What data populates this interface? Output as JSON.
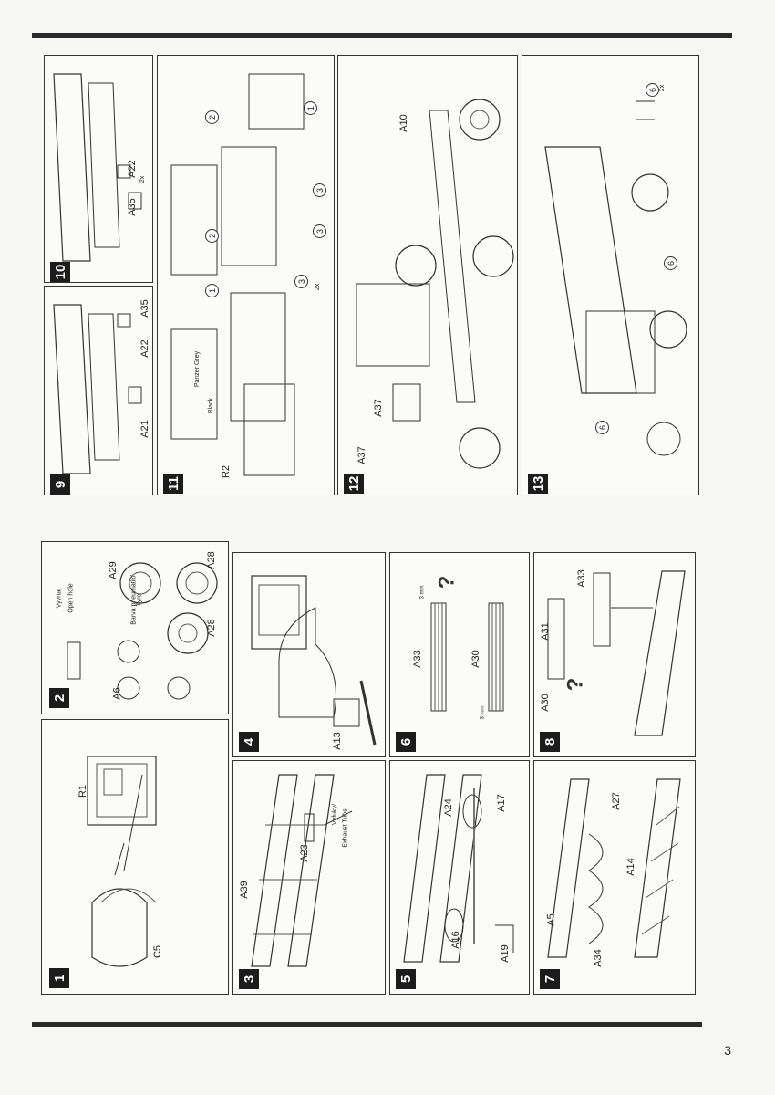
{
  "page_number": "3",
  "steps": [
    {
      "num": "1",
      "labels": [
        "R1",
        "C5"
      ]
    },
    {
      "num": "2",
      "labels": [
        "A29",
        "A28",
        "A28",
        "A6"
      ],
      "notes": [
        "Vyvrtat",
        "Open hole",
        "Barva pneumatik/",
        "Tyre"
      ]
    },
    {
      "num": "3",
      "labels": [
        "A39",
        "A23"
      ],
      "notes": [
        "Výfuky/",
        "Exhaust Tubs"
      ]
    },
    {
      "num": "4",
      "labels": [
        "A13"
      ]
    },
    {
      "num": "5",
      "labels": [
        "A24",
        "A17",
        "A16",
        "A19"
      ]
    },
    {
      "num": "6",
      "labels": [
        "A33",
        "A30"
      ],
      "notes": [
        "3 mm",
        "3 mm"
      ],
      "mark": "?"
    },
    {
      "num": "7",
      "labels": [
        "A27",
        "A14",
        "A5",
        "A34"
      ]
    },
    {
      "num": "8",
      "labels": [
        "A31",
        "A33",
        "A30"
      ],
      "mark": "?"
    },
    {
      "num": "9",
      "labels": [
        "A21",
        "A22",
        "A35"
      ]
    },
    {
      "num": "10",
      "labels": [
        "A22",
        "A35"
      ],
      "notes": [
        "2x"
      ]
    },
    {
      "num": "11",
      "labels": [
        "R2"
      ],
      "notes": [
        "Panzer Grey",
        "Black",
        "2x"
      ],
      "circles": [
        "1",
        "2",
        "2",
        "1",
        "3",
        "3",
        "3"
      ]
    },
    {
      "num": "12",
      "labels": [
        "A10",
        "A37",
        "A37"
      ]
    },
    {
      "num": "13",
      "circles": [
        "6",
        "6",
        "6"
      ],
      "notes": [
        "2x"
      ]
    }
  ]
}
